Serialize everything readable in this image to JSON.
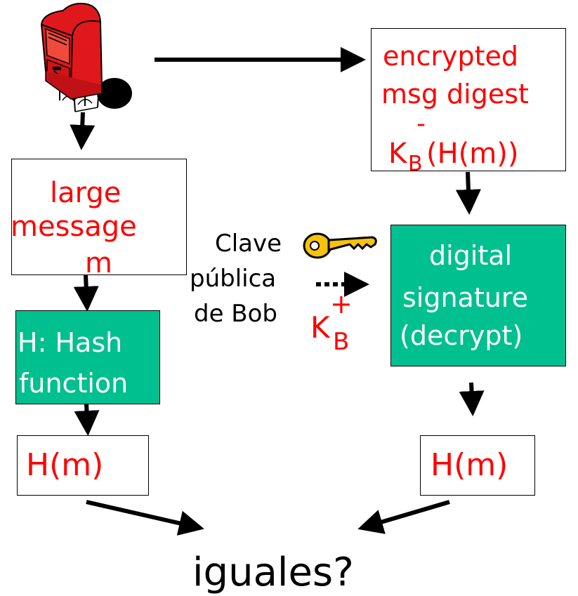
{
  "colors": {
    "accent_red": "#ff0000",
    "box_teal": "#00c08f",
    "arrow": "#000000"
  },
  "icons": {
    "sender": "mailbox-icon",
    "key": "key-icon"
  },
  "encrypted_box": {
    "line1": "encrypted",
    "line2": "msg digest",
    "minus": "-",
    "k": "K",
    "sub": "B",
    "expr": "(H(m))"
  },
  "large_message_box": {
    "line1": "large",
    "line2": "message",
    "line3": "m"
  },
  "hash_box": {
    "line1": "H: Hash",
    "line2": "function"
  },
  "signature_box": {
    "line1": "digital",
    "line2": "signature",
    "line3": "(decrypt)"
  },
  "key_label": {
    "line1": "Clave",
    "line2": "pública",
    "line3": "de Bob",
    "k": "K",
    "sup": "+",
    "sub": "B"
  },
  "hash_left": {
    "text": "H(m)"
  },
  "hash_right": {
    "text": "H(m)"
  },
  "question": {
    "text": "iguales?"
  }
}
